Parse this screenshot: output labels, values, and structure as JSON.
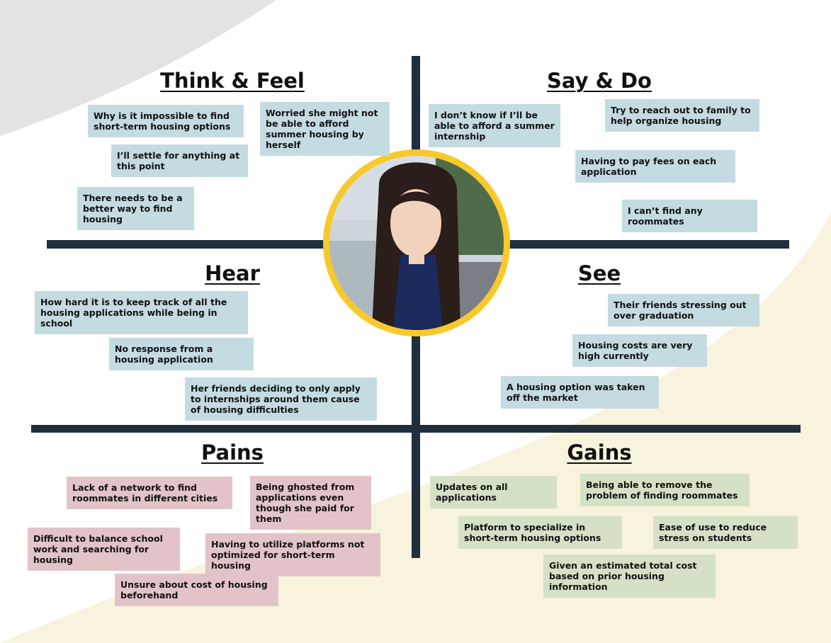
{
  "sections": {
    "think_feel": {
      "title": "Think & Feel",
      "notes": [
        "Why is it impossible to find short-term housing options",
        "Worried she might not be able to afford summer housing by herself",
        "I’ll settle for anything at this point",
        "There needs to be a better way to find housing"
      ]
    },
    "say_do": {
      "title": "Say & Do",
      "notes": [
        "I don’t know if I’ll be able to afford a summer internship",
        "Try to reach out to family to help organize housing",
        "Having to pay fees on each application",
        "I can’t find any roommates"
      ]
    },
    "hear": {
      "title": "Hear",
      "notes": [
        "How hard it is to keep track of all the housing applications while being in school",
        "No response from a housing application",
        "Her friends deciding to only apply to internships around them cause of housing difficulties"
      ]
    },
    "see": {
      "title": "See",
      "notes": [
        "Their friends stressing out over graduation",
        "Housing costs are very high currently",
        "A housing option was taken off the market"
      ]
    },
    "pains": {
      "title": "Pains",
      "notes": [
        "Lack of a network to find roommates in different cities",
        "Being ghosted from applications even though she paid for them",
        "Difficult to balance school work and searching for housing",
        "Having to utilize platforms not optimized for short-term housing",
        "Unsure about cost of housing beforehand"
      ]
    },
    "gains": {
      "title": "Gains",
      "notes": [
        "Updates on all applications",
        "Being able to remove the problem of finding roommates",
        "Platform to specialize in short-term housing options",
        "Ease of use to reduce stress on students",
        "Given an estimated total cost based on prior housing information"
      ]
    }
  },
  "colors": {
    "note_blue": "#c5dbe2",
    "note_pink": "#e2c4c8",
    "note_green": "#d5e1c6",
    "divider": "#1f2f3d",
    "avatar_ring": "#f8c92a"
  }
}
